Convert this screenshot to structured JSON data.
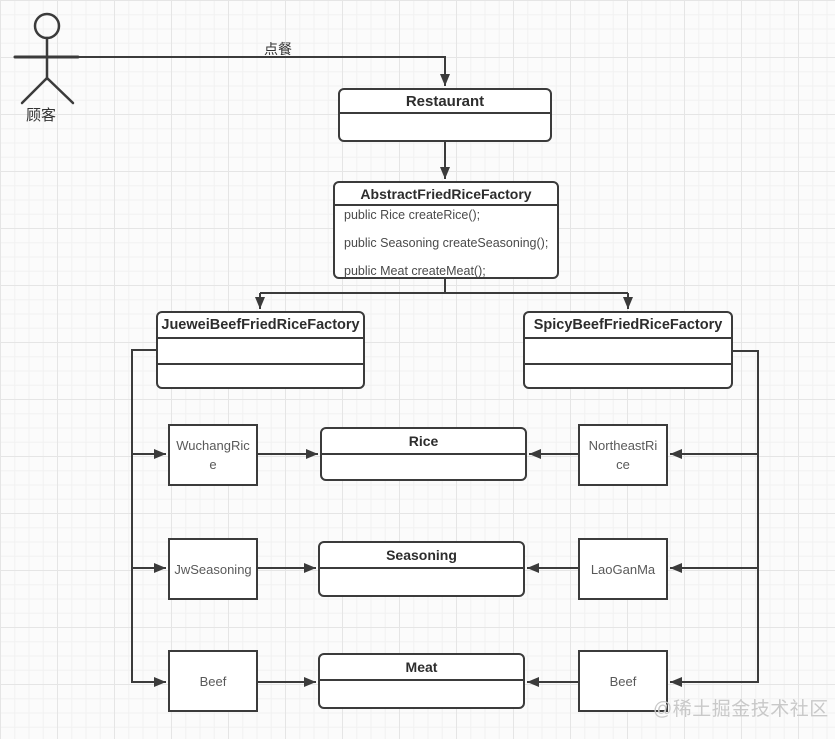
{
  "diagram": {
    "actor": {
      "label": "顾客"
    },
    "order_label": "点餐",
    "restaurant": {
      "title": "Restaurant"
    },
    "abstract_factory": {
      "title": "AbstractFriedRiceFactory",
      "methods": [
        "public Rice createRice();",
        "public Seasoning createSeasoning();",
        "public Meat createMeat();"
      ]
    },
    "factories": {
      "juewei": {
        "title": "JueweiBeefFriedRiceFactory"
      },
      "spicy": {
        "title": "SpicyBeefFriedRiceFactory"
      }
    },
    "products": {
      "rice": {
        "title": "Rice",
        "left": "WuchangRic\ne",
        "right": "NortheastRi\nce"
      },
      "seasoning": {
        "title": "Seasoning",
        "left": "JwSeasoning",
        "right": "LaoGanMa"
      },
      "meat": {
        "title": "Meat",
        "left": "Beef",
        "right": "Beef"
      }
    },
    "watermark": "@稀土掘金技术社区",
    "colors": {
      "line": "#3b3b3b",
      "muted_text": "#595959",
      "watermark": "#c9c9c9"
    }
  }
}
